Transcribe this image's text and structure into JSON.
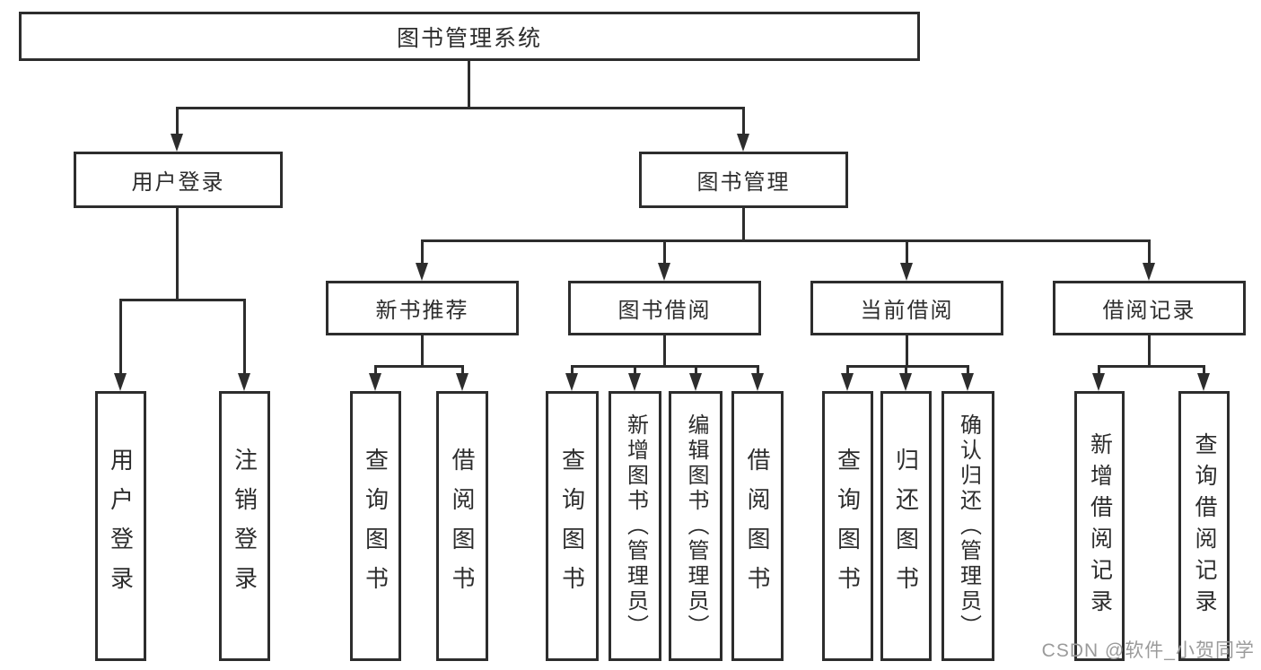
{
  "colors": {
    "line": "#2d2d2d",
    "text": "#2d2d2d",
    "box_bg": "#ffffff",
    "watermark": "#9b9b9b"
  },
  "watermark": "CSDN @软件_小贺同学",
  "tree": {
    "root": "图书管理系统",
    "branches": [
      {
        "label": "用户登录",
        "leaves": [
          "用户登录",
          "注销登录"
        ]
      },
      {
        "label": "图书管理",
        "groups": [
          {
            "label": "新书推荐",
            "leaves": [
              "查询图书",
              "借阅图书"
            ]
          },
          {
            "label": "图书借阅",
            "leaves": [
              "查询图书",
              "新增图书（管理员）",
              "编辑图书（管理员）",
              "借阅图书"
            ]
          },
          {
            "label": "当前借阅",
            "leaves": [
              "查询图书",
              "归还图书",
              "确认归还（管理员）"
            ]
          },
          {
            "label": "借阅记录",
            "leaves": [
              "新增借阅记录",
              "查询借阅记录"
            ]
          }
        ]
      }
    ]
  }
}
